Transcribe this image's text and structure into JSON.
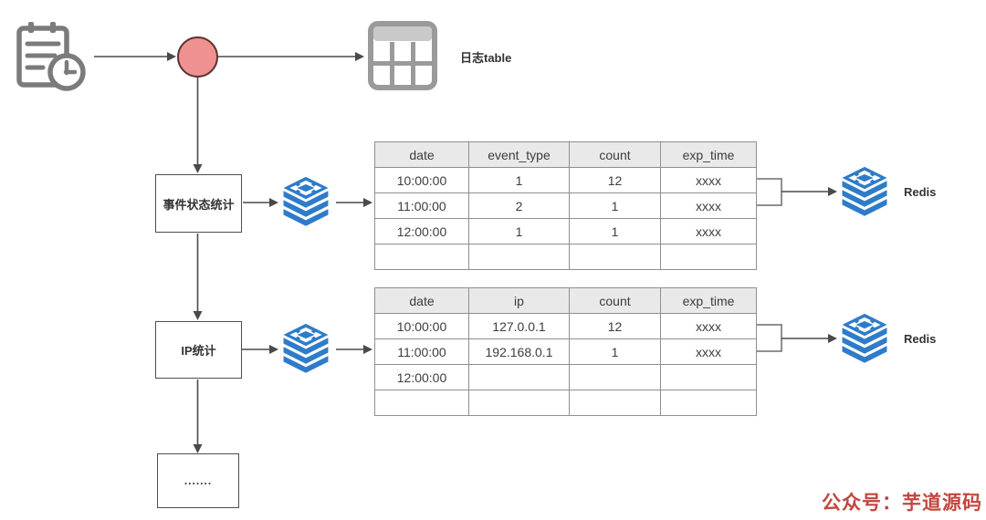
{
  "labels": {
    "log_table": "日志table",
    "event_stats_box": "事件状态统计",
    "ip_stats_box": "IP统计",
    "more_box": ".......",
    "redis_1": "Redis",
    "redis_2": "Redis"
  },
  "tables": [
    {
      "name": "event-status-stats-table",
      "headers": [
        "date",
        "event_type",
        "count",
        "exp_time"
      ],
      "rows": [
        [
          "10:00:00",
          "1",
          "12",
          "xxxx"
        ],
        [
          "11:00:00",
          "2",
          "1",
          "xxxx"
        ],
        [
          "12:00:00",
          "1",
          "1",
          "xxxx"
        ],
        [
          "",
          "",
          "",
          ""
        ]
      ]
    },
    {
      "name": "ip-stats-table",
      "headers": [
        "date",
        "ip",
        "count",
        "exp_time"
      ],
      "rows": [
        [
          "10:00:00",
          "127.0.0.1",
          "12",
          "xxxx"
        ],
        [
          "11:00:00",
          "192.168.0.1",
          "1",
          "xxxx"
        ],
        [
          "12:00:00",
          "",
          "",
          ""
        ],
        [
          "",
          "",
          "",
          ""
        ]
      ]
    }
  ],
  "watermark": "公众号：芋道源码",
  "icons": {
    "scheduler": "calendar-clock-icon",
    "log_table": "table-grid-icon",
    "stack_left_1": "redis-stack-icon",
    "stack_left_2": "redis-stack-icon",
    "redis_right_1": "redis-stack-icon",
    "redis_right_2": "redis-stack-icon"
  },
  "colors": {
    "accent_blue": "#2e7cc9",
    "node_pink": "#f09191",
    "node_pink_stroke": "#603333",
    "line": "#4a4a4a",
    "table_border": "#8f8f8f",
    "table_header_bg": "#e9e9e9",
    "icon_gray": "#7b7b7b",
    "watermark_red": "#c2463d",
    "text": "#3d3d3d"
  }
}
